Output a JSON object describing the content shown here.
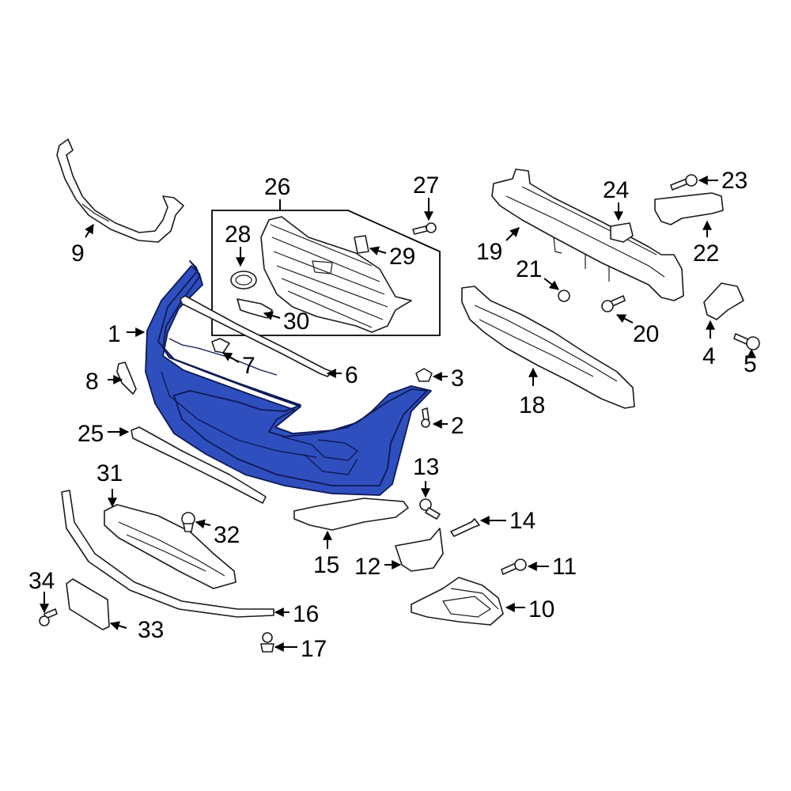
{
  "callouts": {
    "c1": "1",
    "c2": "2",
    "c3": "3",
    "c4": "4",
    "c5": "5",
    "c6": "6",
    "c7": "7",
    "c8": "8",
    "c9": "9",
    "c10": "10",
    "c11": "11",
    "c12": "12",
    "c13": "13",
    "c14": "14",
    "c15": "15",
    "c16": "16",
    "c17": "17",
    "c18": "18",
    "c19": "19",
    "c20": "20",
    "c21": "21",
    "c22": "22",
    "c23": "23",
    "c24": "24",
    "c25": "25",
    "c26": "26",
    "c27": "27",
    "c28": "28",
    "c29": "29",
    "c30": "30",
    "c31": "31",
    "c32": "32",
    "c33": "33",
    "c34": "34"
  },
  "highlight_color": "#2f4fbf",
  "highlighted_part": "1"
}
